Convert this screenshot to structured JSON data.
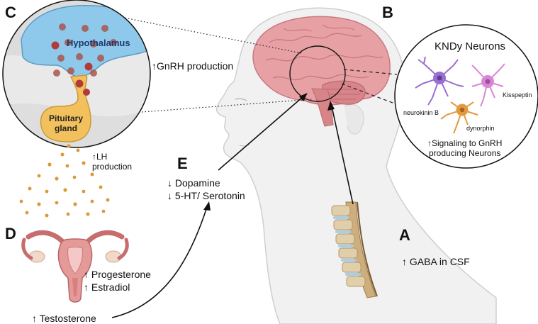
{
  "panels": {
    "c": {
      "letter": "C",
      "hypothalamus": "Hypothalamus",
      "pituitary_line1": "Pituitary",
      "pituitary_line2": "gland",
      "gnrh": "↑GnRH production",
      "lh_line1": "↑LH",
      "lh_line2": "production"
    },
    "b": {
      "letter": "B",
      "title": "KNDy Neurons",
      "neurokinin": "neurokinin B",
      "kisspeptin": "Kisspeptin",
      "dynorphin": "dynorphin",
      "signal_line1": "↑Signaling to GnRH",
      "signal_line2": "producing Neurons"
    },
    "e": {
      "letter": "E",
      "dopamine": "↓ Dopamine",
      "serotonin": "↓ 5-HT/ Serotonin"
    },
    "a": {
      "letter": "A",
      "gaba": "↑ GABA in CSF"
    },
    "d": {
      "letter": "D",
      "progesterone": "↑ Progesterone",
      "estradiol": "↑ Estradiol",
      "testosterone": "↑ Testosterone"
    }
  },
  "colors": {
    "hypothalamus": "#8ec9ec",
    "pituitary": "#f2c05c",
    "brain": "#e7a0a4",
    "head": "#f1f1f1",
    "spine": "#d9c49a",
    "kisspeptin_neuron": "#d986d6",
    "neurokinin_neuron": "#9a6fd1",
    "dynorphin_neuron": "#e39a3e",
    "uterus": "#e59a9a"
  },
  "icons": {
    "head": "human-head-profile-icon",
    "brain": "brain-icon",
    "uterus": "uterus-icon",
    "neurons": "neuron-icon"
  }
}
